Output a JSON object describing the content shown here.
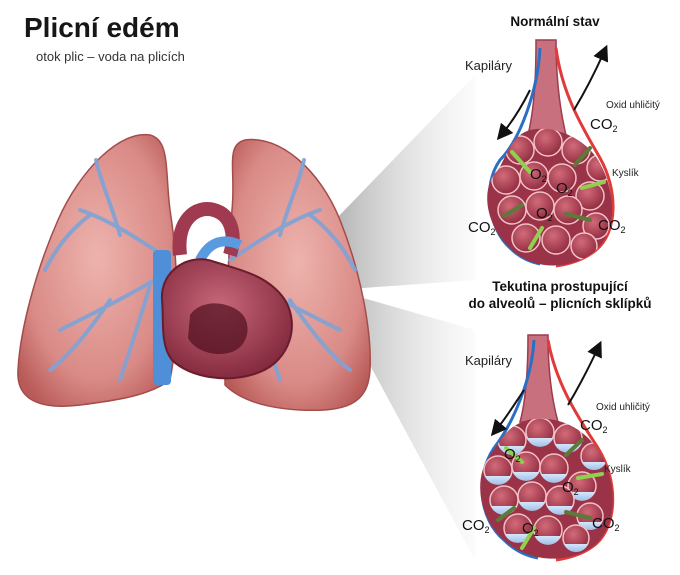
{
  "title": "Plicní edém",
  "subtitle": "otok plic – voda na plicích",
  "panels": [
    {
      "heading": "Normální stav",
      "capillaries_label": "Kapiláry",
      "co2_label": "Oxid uhličitý",
      "o2_label": "Kyslík"
    },
    {
      "heading_line1": "Tekutina prostupující",
      "heading_line2": "do alveolů – plicních sklípků",
      "capillaries_label": "Kapiláry",
      "co2_label": "Oxid uhličitý",
      "o2_label": "Kyslík"
    }
  ],
  "formulas": {
    "co2_main": "CO",
    "o2_main": "O",
    "subscript": "2"
  },
  "colors": {
    "lung": "#d98a86",
    "lung_dark": "#b85a58",
    "vessel": "#7fa3d6",
    "heart": "#a03a50",
    "artery": "#e03a3a",
    "vein": "#2a6fc4",
    "alveolus": "#b8485a",
    "arrow_o2": "#8fd14f",
    "arrow_co2": "#5c7a3a",
    "fluid": "#a9c8f0"
  }
}
